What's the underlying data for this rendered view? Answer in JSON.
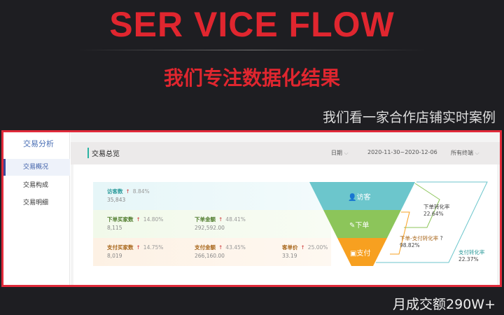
{
  "banner": {
    "title": "SER VICE FLOW",
    "subtitle": "我们专注数据化结果",
    "case_caption": "我们看一家合作店铺实时案例",
    "bottom_caption": "月成交额290W+"
  },
  "sidebar": {
    "heading": "交易分析",
    "items": [
      {
        "label": "交易概况",
        "active": true
      },
      {
        "label": "交易构成"
      },
      {
        "label": "交易明细"
      }
    ]
  },
  "header": {
    "title": "交易总览",
    "date_label": "日期",
    "date_range": "2020-11-30~2020-12-06",
    "terminal": "所有终端"
  },
  "metrics": {
    "visitors": {
      "label": "访客数",
      "change": "8.84%",
      "value": "35,843"
    },
    "order_buyers": {
      "label": "下单买家数",
      "change": "14.80%",
      "value": "8,115"
    },
    "order_amount": {
      "label": "下单金额",
      "change": "48.41%",
      "value": "292,592.00"
    },
    "pay_buyers": {
      "label": "支付买家数",
      "change": "14.75%",
      "value": "8,019"
    },
    "pay_amount": {
      "label": "支付金额",
      "change": "43.45%",
      "value": "266,160.00"
    },
    "avg_price": {
      "label": "客单价",
      "change": "25.00%",
      "value": "33.19"
    }
  },
  "funnel": {
    "stages": [
      "访客",
      "下单",
      "支付"
    ],
    "colors": [
      "#6cc6cc",
      "#8cc55a",
      "#f7a020"
    ],
    "rates": {
      "order_label": "下单转化率",
      "order_value": "22.64%",
      "order_pay_label": "下单-支付转化率",
      "order_pay_value": "98.82%",
      "pay_label": "支付转化率",
      "pay_value": "22.37%"
    }
  }
}
